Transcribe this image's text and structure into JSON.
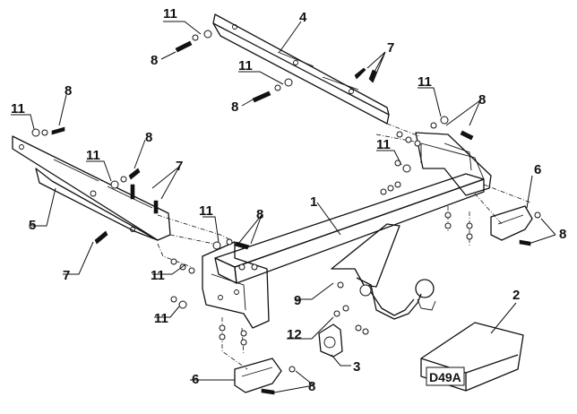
{
  "callouts": [
    {
      "id": "c1",
      "label": "1"
    },
    {
      "id": "c2",
      "label": "2"
    },
    {
      "id": "c3",
      "label": "3"
    },
    {
      "id": "c4",
      "label": "4"
    },
    {
      "id": "c5",
      "label": "5"
    },
    {
      "id": "c6a",
      "label": "6"
    },
    {
      "id": "c6b",
      "label": "6"
    },
    {
      "id": "c7a",
      "label": "7"
    },
    {
      "id": "c7b",
      "label": "7"
    },
    {
      "id": "c7c",
      "label": "7"
    },
    {
      "id": "c8a",
      "label": "8"
    },
    {
      "id": "c8b",
      "label": "8"
    },
    {
      "id": "c8c",
      "label": "8"
    },
    {
      "id": "c8d",
      "label": "8"
    },
    {
      "id": "c8e",
      "label": "8"
    },
    {
      "id": "c8f",
      "label": "8"
    },
    {
      "id": "c8g",
      "label": "8"
    },
    {
      "id": "c8h",
      "label": "8"
    },
    {
      "id": "c9",
      "label": "9"
    },
    {
      "id": "c11a",
      "label": "11"
    },
    {
      "id": "c11b",
      "label": "11"
    },
    {
      "id": "c11c",
      "label": "11"
    },
    {
      "id": "c11d",
      "label": "11"
    },
    {
      "id": "c11e",
      "label": "11"
    },
    {
      "id": "c11f",
      "label": "11"
    },
    {
      "id": "c11g",
      "label": "11"
    },
    {
      "id": "c11h",
      "label": "11"
    },
    {
      "id": "c11i",
      "label": "11"
    },
    {
      "id": "c12",
      "label": "12"
    }
  ],
  "box": {
    "label": "D49A"
  }
}
